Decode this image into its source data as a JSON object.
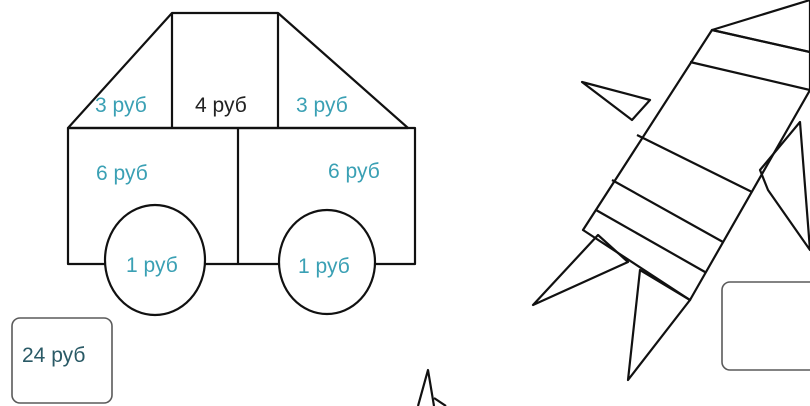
{
  "car": {
    "roof_left": "3 руб",
    "roof_middle": "4 руб",
    "roof_right": "3 руб",
    "body_left": "6 руб",
    "body_right": "6 руб",
    "wheel_left": "1 руб",
    "wheel_right": "1 руб"
  },
  "total_box": {
    "value": "24 руб"
  },
  "answer_box": {
    "value": ""
  },
  "colors": {
    "label_teal": "#3aa0b4",
    "outline": "#111111"
  }
}
